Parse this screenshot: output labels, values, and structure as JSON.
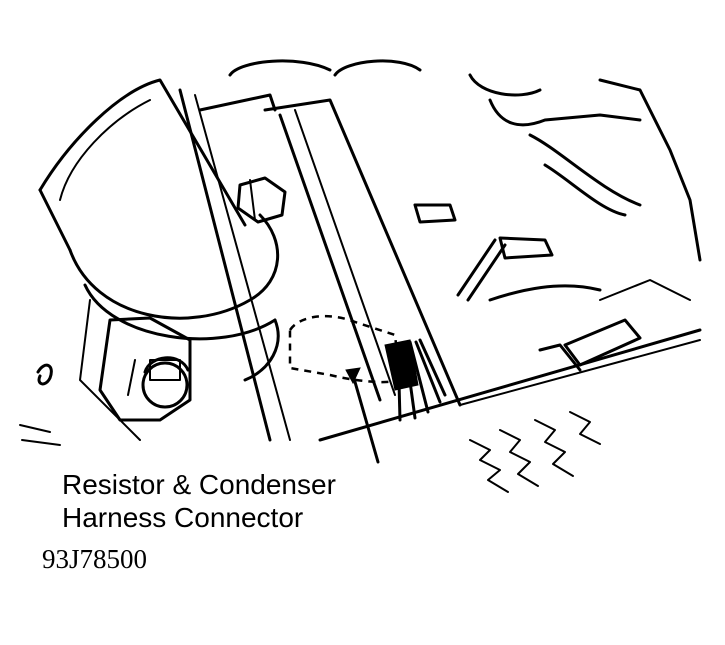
{
  "callout": {
    "line1": "Resistor & Condenser",
    "line2": "Harness Connector"
  },
  "figure_id": "93J78500",
  "colors": {
    "ink": "#000000",
    "paper": "#ffffff"
  }
}
